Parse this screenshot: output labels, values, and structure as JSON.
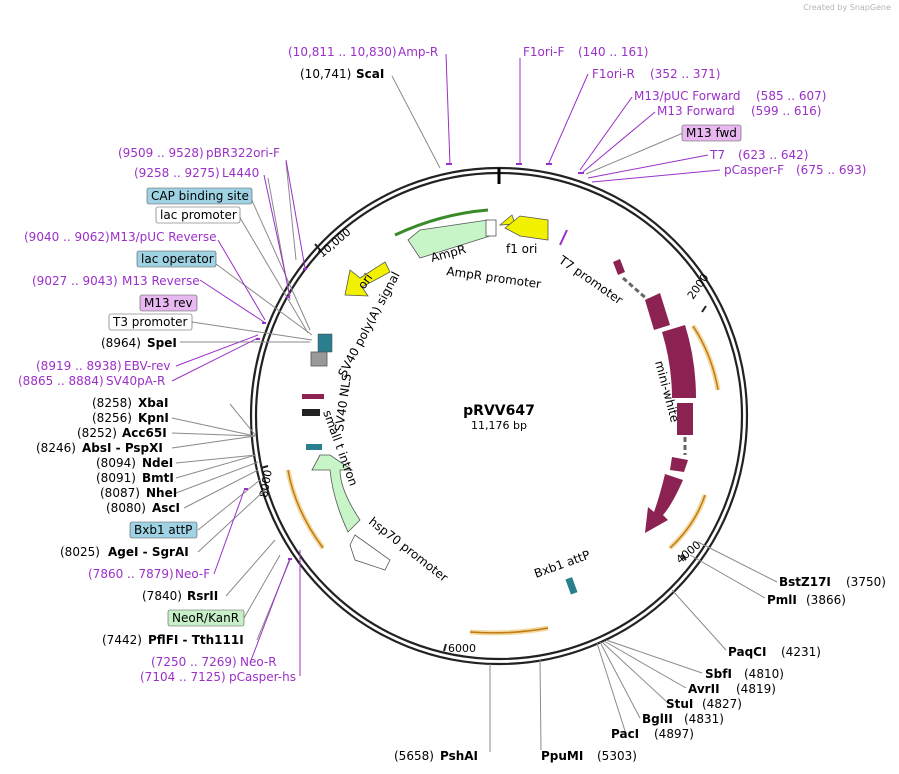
{
  "plasmid": {
    "name": "pRVV647",
    "length": "11,176 bp"
  },
  "watermark": "Created by SnapGene",
  "colors": {
    "primer": "#9b30c8",
    "site": "#000000",
    "lines": "#8a8a8a",
    "backbone": "#222222",
    "gene_green": "#c8f5c8",
    "yellow": "#f2f200",
    "maroon": "#8b2252",
    "orange": "#e8a317",
    "teal": "#2a7f8f",
    "box_blue": "#9fd3e3",
    "box_purple": "#e8b8f0",
    "box_green": "#c8f0c8"
  },
  "ticks": [
    "2000",
    "4000",
    "6000",
    "8000",
    "10,000"
  ],
  "left_labels": [
    {
      "pos": "(10,811 .. 10,830)",
      "name": "Amp-R",
      "kind": "primer"
    },
    {
      "pos": "(10,741)",
      "name": "ScaI",
      "kind": "site"
    },
    {
      "pos": "(9509 .. 9528)",
      "name": "pBR322ori-F",
      "kind": "primer"
    },
    {
      "pos": "(9258 .. 9275)",
      "name": "L4440",
      "kind": "primer"
    },
    {
      "pos": "",
      "name": "CAP binding site",
      "kind": "box-blue"
    },
    {
      "pos": "",
      "name": "lac promoter",
      "kind": "box-white"
    },
    {
      "pos": "(9040 .. 9062)",
      "name": "M13/pUC Reverse",
      "kind": "primer"
    },
    {
      "pos": "",
      "name": "lac operator",
      "kind": "box-blue"
    },
    {
      "pos": "(9027 .. 9043)",
      "name": "M13 Reverse",
      "kind": "primer"
    },
    {
      "pos": "",
      "name": "M13 rev",
      "kind": "box-purple"
    },
    {
      "pos": "",
      "name": "T3 promoter",
      "kind": "box-white"
    },
    {
      "pos": "(8964)",
      "name": "SpeI",
      "kind": "site"
    },
    {
      "pos": "(8919 .. 8938)",
      "name": "EBV-rev",
      "kind": "primer"
    },
    {
      "pos": "(8865 .. 8884)",
      "name": "SV40pA-R",
      "kind": "primer"
    },
    {
      "pos": "(8258)",
      "name": "XbaI",
      "kind": "site"
    },
    {
      "pos": "(8256)",
      "name": "KpnI",
      "kind": "site"
    },
    {
      "pos": "(8252)",
      "name": "Acc65I",
      "kind": "site"
    },
    {
      "pos": "(8246)",
      "name": "AbsI - PspXI",
      "kind": "site"
    },
    {
      "pos": "(8094)",
      "name": "NdeI",
      "kind": "site"
    },
    {
      "pos": "(8091)",
      "name": "BmtI",
      "kind": "site"
    },
    {
      "pos": "(8087)",
      "name": "NheI",
      "kind": "site"
    },
    {
      "pos": "(8080)",
      "name": "AscI",
      "kind": "site"
    },
    {
      "pos": "",
      "name": "Bxb1 attP",
      "kind": "box-blue"
    },
    {
      "pos": "(8025)",
      "name": "AgeI - SgrAI",
      "kind": "site"
    },
    {
      "pos": "(7860 .. 7879)",
      "name": "Neo-F",
      "kind": "primer"
    },
    {
      "pos": "(7840)",
      "name": "RsrII",
      "kind": "site"
    },
    {
      "pos": "",
      "name": "NeoR/KanR",
      "kind": "box-green"
    },
    {
      "pos": "(7442)",
      "name": "PflFI - Tth111I",
      "kind": "site"
    },
    {
      "pos": "(7250 .. 7269)",
      "name": "Neo-R",
      "kind": "primer"
    },
    {
      "pos": "(7104 .. 7125)",
      "name": "pCasper-hs",
      "kind": "primer"
    }
  ],
  "top_right_labels": [
    {
      "name": "F1ori-F",
      "pos": "(140 .. 161)",
      "kind": "primer"
    },
    {
      "name": "F1ori-R",
      "pos": "(352 .. 371)",
      "kind": "primer"
    },
    {
      "name": "M13/pUC Forward",
      "pos": "(585 .. 607)",
      "kind": "primer"
    },
    {
      "name": "M13 Forward",
      "pos": "(599 .. 616)",
      "kind": "primer"
    },
    {
      "name": "M13 fwd",
      "pos": "",
      "kind": "box-purple"
    },
    {
      "name": "T7",
      "pos": "(623 .. 642)",
      "kind": "primer"
    },
    {
      "name": "pCasper-F",
      "pos": "(675 .. 693)",
      "kind": "primer"
    }
  ],
  "bottom_right_labels": [
    {
      "name": "BstZ17I",
      "pos": "(3750)",
      "kind": "site"
    },
    {
      "name": "PmlI",
      "pos": "(3866)",
      "kind": "site"
    },
    {
      "name": "PaqCI",
      "pos": "(4231)",
      "kind": "site"
    },
    {
      "name": "SbfI",
      "pos": "(4810)",
      "kind": "site"
    },
    {
      "name": "AvrII",
      "pos": "(4819)",
      "kind": "site"
    },
    {
      "name": "StuI",
      "pos": "(4827)",
      "kind": "site"
    },
    {
      "name": "BglII",
      "pos": "(4831)",
      "kind": "site"
    },
    {
      "name": "PacI",
      "pos": "(4897)",
      "kind": "site"
    },
    {
      "name": "PpuMI",
      "pos": "(5303)",
      "kind": "site"
    },
    {
      "name": "PshAI",
      "pos": "(5658)",
      "kind": "site"
    }
  ],
  "features": [
    "f1 ori",
    "AmpR",
    "AmpR promoter",
    "ori",
    "SV40 poly(A) signal",
    "SV40 NLS",
    "small t intron",
    "hsp70 promoter",
    "T7 promoter",
    "mini-white",
    "Bxb1 attP"
  ]
}
